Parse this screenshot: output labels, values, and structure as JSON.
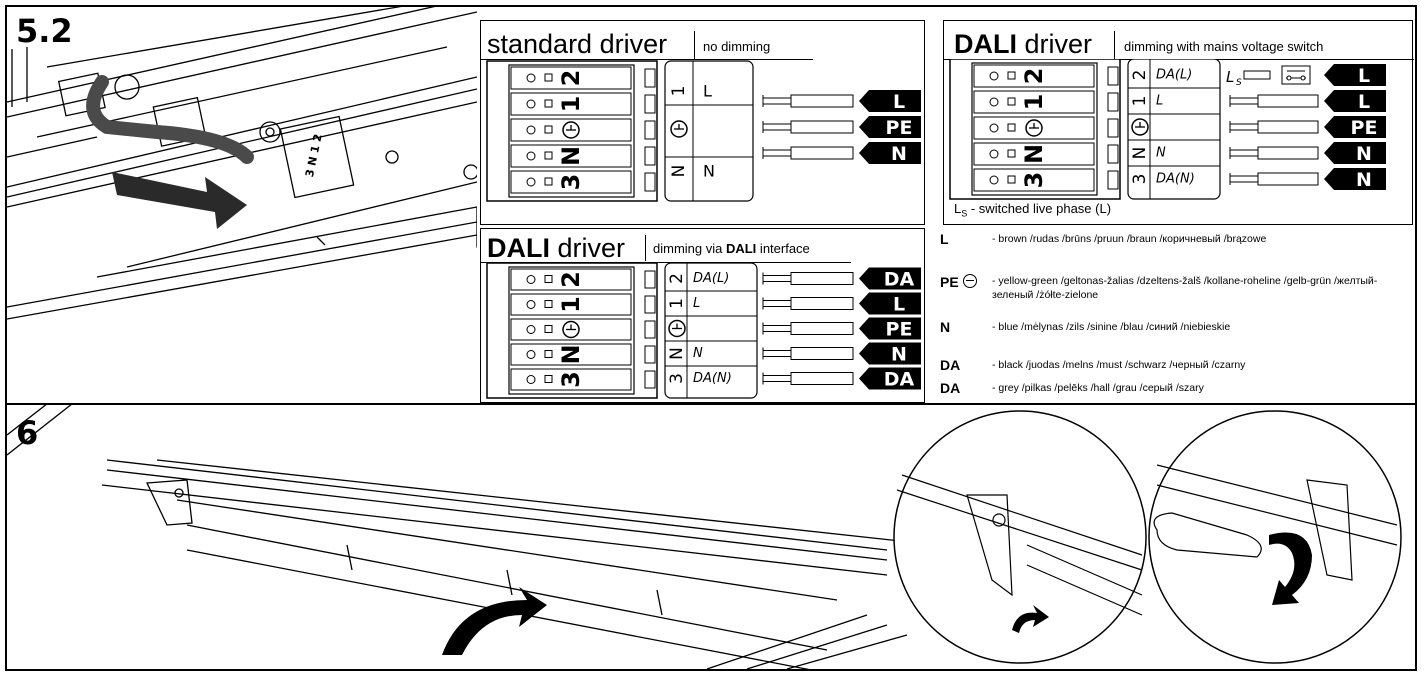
{
  "steps": {
    "step1": "5.2",
    "step2": "6"
  },
  "std_panel": {
    "title": "standard driver",
    "subtitle": "no dimming",
    "terminals": [
      "2",
      "1",
      "N",
      "3"
    ],
    "rows": [
      {
        "code": "1",
        "sym": "L"
      },
      {
        "code": "",
        "sym": ""
      },
      {
        "code": "N",
        "sym": "N"
      }
    ],
    "wires": [
      "L",
      "PE",
      "N"
    ]
  },
  "dali_mains": {
    "title_bold": "DALI",
    "title_rest": " driver",
    "subtitle": "dimming with mains voltage switch",
    "terminals": [
      "2",
      "1",
      "N",
      "3"
    ],
    "rows": [
      {
        "code": "2",
        "sym": "DA(L)"
      },
      {
        "code": "1",
        "sym": "L"
      },
      {
        "code": "",
        "sym": ""
      },
      {
        "code": "N",
        "sym": "N"
      },
      {
        "code": "3",
        "sym": "DA(N)"
      }
    ],
    "ls_label": "L",
    "ls_sub": "S",
    "wires": [
      "L",
      "L",
      "PE",
      "N",
      "N"
    ],
    "note_ls": "L",
    "note_sub": "S",
    "note_text": " - switched live phase (L)"
  },
  "dali_iface": {
    "title_bold": "DALI",
    "title_rest": " driver",
    "subtitle_pre": "dimming via ",
    "subtitle_bold": "DALI",
    "subtitle_post": " interface",
    "terminals": [
      "2",
      "1",
      "N",
      "3"
    ],
    "rows": [
      {
        "code": "2",
        "sym": "DA(L)"
      },
      {
        "code": "1",
        "sym": "L"
      },
      {
        "code": "",
        "sym": ""
      },
      {
        "code": "N",
        "sym": "N"
      },
      {
        "code": "3",
        "sym": "DA(N)"
      }
    ],
    "wires": [
      "DA",
      "L",
      "PE",
      "N",
      "DA"
    ]
  },
  "legend": [
    {
      "code": "L",
      "text": "- brown /rudas /brūns /pruun /braun /коричневый /brązowe"
    },
    {
      "code": "PE",
      "text": "- yellow-green /geltonas-žalias /dzeltens-žalš /kollane-roheline /gelb-grün /желтый-зеленый /żółte-zielone"
    },
    {
      "code": "N",
      "text": "- blue /mėlynas /zils /sinine /blau /синий /niebieskie"
    },
    {
      "code": "DA",
      "text": "- black /juodas /melns /must /schwarz /черный /czarny"
    },
    {
      "code": "DA",
      "text": "- grey /pilkas /pelēks /hall /grau /серый /szary"
    }
  ],
  "colors": {
    "line": "#000000",
    "cable": "#4a4a4a",
    "label_bg": "#000000",
    "label_fg": "#ffffff"
  }
}
